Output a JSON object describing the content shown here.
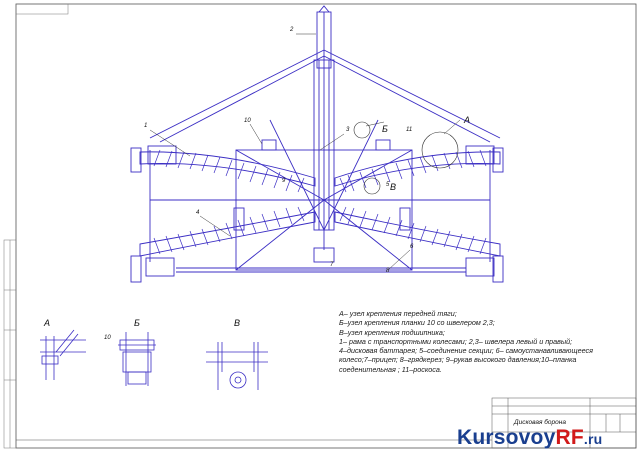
{
  "drawing": {
    "view_labels": {
      "a": "А",
      "b": "Б",
      "v": "В"
    },
    "leader_numbers": [
      "1",
      "2",
      "3",
      "4",
      "5",
      "6",
      "7",
      "8",
      "9",
      "10",
      "11"
    ],
    "dim_label": "10",
    "legend_lines": [
      "А– узел крепления передней тяги;",
      "Б–узел крепления планки 10 со  швелером 2,3;",
      "В–узел крепления подшипника;",
      "1– рама с транспортными колесами; 2,3– швелера левый и правый;",
      "4–дисковая баттарея; 5–соединение секции; 6– самоустанавливающееся",
      "  колесо;7–прицеп; 8–грядкерез; 9–рукав высокого давления;10–планка",
      "соеденительная ; 11–роскоса."
    ],
    "title_block": {
      "title": "Дисковая борона"
    },
    "line_color": "#3b2ec4"
  },
  "watermark": {
    "brand": "Kursovoy",
    "accent": "RF",
    "suffix": ".ru"
  }
}
